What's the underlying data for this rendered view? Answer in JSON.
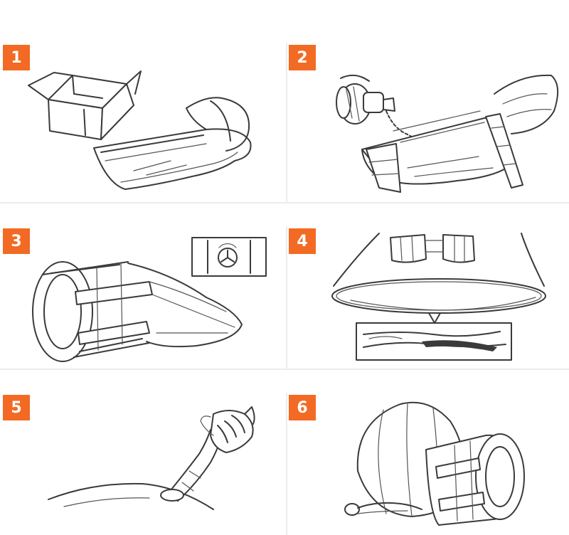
{
  "steps": [
    {
      "number": "1",
      "icon": "box-and-folded-tent-icon"
    },
    {
      "number": "2",
      "icon": "air-pump-inflating-icon"
    },
    {
      "number": "3",
      "icon": "tunnel-and-switch-icon"
    },
    {
      "number": "4",
      "icon": "dome-base-detail-icon"
    },
    {
      "number": "5",
      "icon": "hand-tying-valve-icon"
    },
    {
      "number": "6",
      "icon": "inflated-bubble-tent-icon"
    }
  ],
  "colors": {
    "badge": "#f26a23",
    "line": "#3a3a3a",
    "divider": "#ececec"
  }
}
